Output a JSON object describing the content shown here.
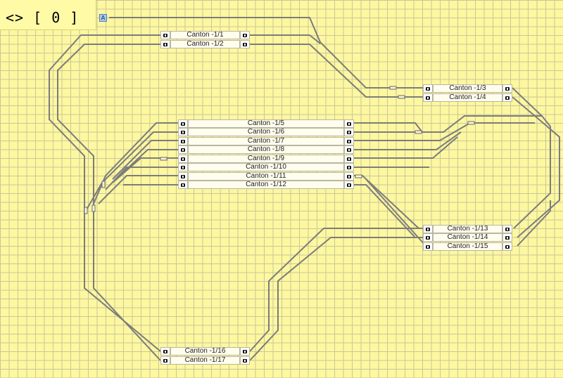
{
  "header": {
    "text": "<> [ 0 ]"
  },
  "marker": {
    "label": "A"
  },
  "colors": {
    "background": "#fdf7a0",
    "grid": "#c9c79a",
    "rail": "#7c7c7c",
    "block": "#fffdee"
  },
  "cantons": [
    {
      "id": "c1",
      "label": "Canton -1/1"
    },
    {
      "id": "c2",
      "label": "Canton -1/2"
    },
    {
      "id": "c3",
      "label": "Canton -1/3"
    },
    {
      "id": "c4",
      "label": "Canton -1/4"
    },
    {
      "id": "c5",
      "label": "Canton -1/5"
    },
    {
      "id": "c6",
      "label": "Canton -1/6"
    },
    {
      "id": "c7",
      "label": "Canton -1/7"
    },
    {
      "id": "c8",
      "label": "Canton -1/8"
    },
    {
      "id": "c9",
      "label": "Canton -1/9"
    },
    {
      "id": "c10",
      "label": "Canton -1/10"
    },
    {
      "id": "c11",
      "label": "Canton -1/11"
    },
    {
      "id": "c12",
      "label": "Canton -1/12"
    },
    {
      "id": "c13",
      "label": "Canton -1/13"
    },
    {
      "id": "c14",
      "label": "Canton -1/14"
    },
    {
      "id": "c15",
      "label": "Canton -1/15"
    },
    {
      "id": "c16",
      "label": "Canton -1/16"
    },
    {
      "id": "c17",
      "label": "Canton -1/17"
    }
  ],
  "icons": {
    "block_end": "signal-icon",
    "block_marker": "anchor-marker-icon"
  }
}
